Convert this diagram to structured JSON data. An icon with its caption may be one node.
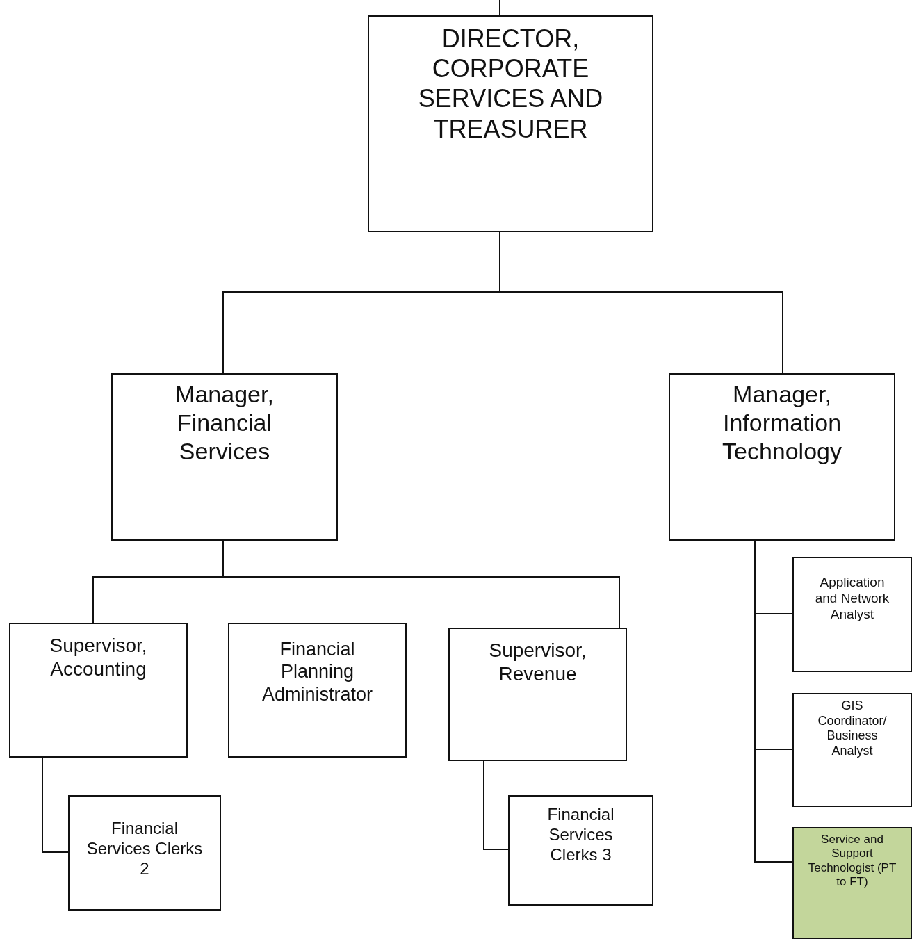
{
  "diagram": {
    "nodes": [
      {
        "text": [
          "DIRECTOR, CORPORATE SERVICES AND TREASURER"
        ]
      },
      {
        "text": [
          "Manager, Financial Services"
        ]
      },
      {
        "text": [
          "Manager, Information Technology"
        ]
      },
      {
        "text": [
          "Supervisor, Accounting"
        ]
      },
      {
        "text": [
          "Financial Planning Administrator"
        ]
      },
      {
        "text": [
          "Supervisor, Revenue"
        ]
      },
      {
        "text": [
          "Financial Services Clerks 2"
        ]
      },
      {
        "text": [
          "Financial Services Clerks 3"
        ]
      },
      {
        "text": [
          "Application and Network Analyst"
        ]
      },
      {
        "text": [
          "GIS Coordinator/ Business Analyst"
        ]
      },
      {
        "text": [
          "Service and Support Technologist (PT to FT)"
        ]
      }
    ],
    "edges": [
      {
        "from": null,
        "to": 0,
        "arrow": "none"
      },
      {
        "from": 0,
        "to": 1,
        "arrow": "none"
      },
      {
        "from": 0,
        "to": 2,
        "arrow": "none"
      },
      {
        "from": 1,
        "to": 3,
        "arrow": "none"
      },
      {
        "from": 1,
        "to": 5,
        "arrow": "none"
      },
      {
        "from": 3,
        "to": 6,
        "arrow": "none"
      },
      {
        "from": 5,
        "to": 7,
        "arrow": "none"
      },
      {
        "from": 2,
        "to": 8,
        "arrow": "none"
      },
      {
        "from": 2,
        "to": 9,
        "arrow": "none"
      },
      {
        "from": 2,
        "to": 10,
        "arrow": "none"
      }
    ]
  }
}
